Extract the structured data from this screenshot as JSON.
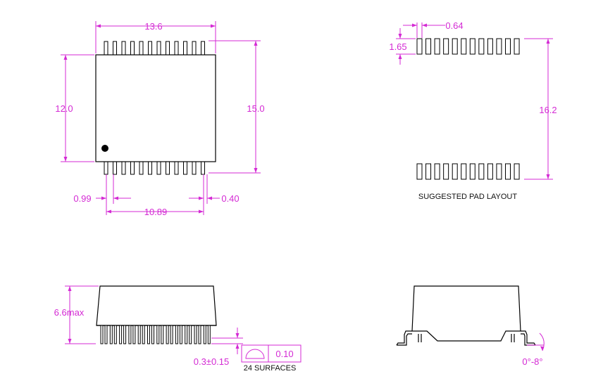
{
  "colors": {
    "dimension": "#d42ad4",
    "outline": "#000000",
    "background": "#ffffff"
  },
  "dimensions": {
    "top_width": "13.6",
    "body_height": "12.0",
    "overall_height": "15.0",
    "pin_pitch": "0.99",
    "pin_width": "0.40",
    "pin_span": "10.89",
    "pad_width": "0.64",
    "pad_length": "1.65",
    "pad_row_spacing": "16.2",
    "max_height": "6.6max",
    "standoff": "0.3±0.15",
    "coplanarity": "0.10",
    "lead_angle": "0°-8°"
  },
  "labels": {
    "pad_layout": "SUGGESTED PAD LAYOUT",
    "surfaces": "24 SURFACES"
  },
  "icons": {
    "pin1_marker": "pin-1-dot",
    "flatness_symbol": "profile-of-surface-icon"
  }
}
